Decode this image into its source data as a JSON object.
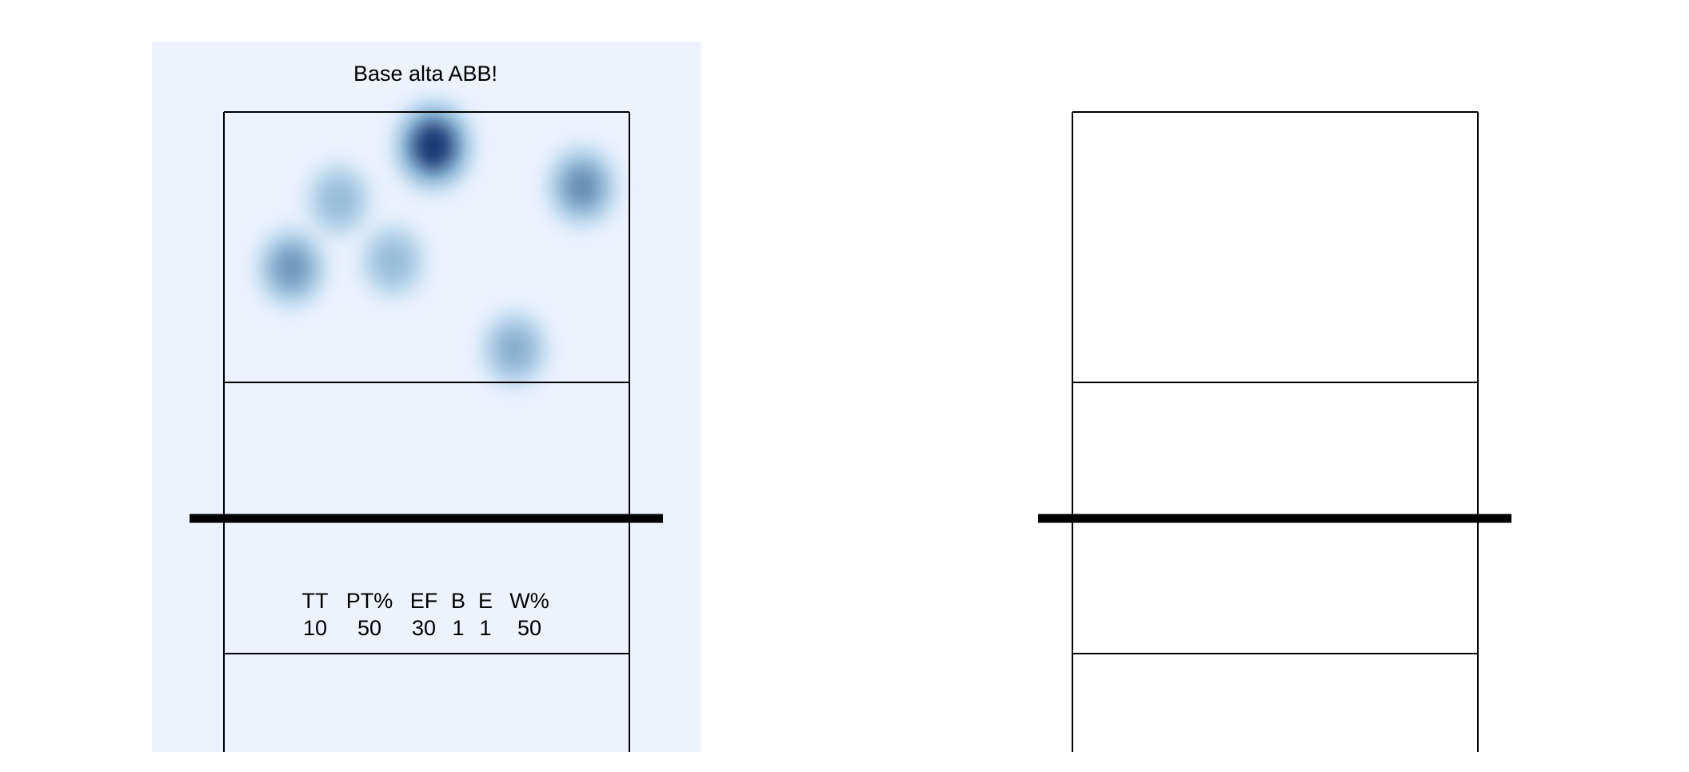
{
  "chart_data": [
    {
      "type": "heatmap",
      "title": "Base alta ABB!",
      "subtitle": "",
      "xlabel": "",
      "ylabel": "",
      "colors": {
        "background": "#edf2fd",
        "low": "#edf2fd",
        "high": "#08306b",
        "court_line": "#000000",
        "net": "#000000"
      },
      "x_range": [
        0.5,
        3.5
      ],
      "y_range": [
        3.5,
        6.5
      ],
      "hotspots": [
        {
          "x": 2.05,
          "y": 6.25,
          "weight": 1.0
        },
        {
          "x": 3.15,
          "y": 5.95,
          "weight": 0.55
        },
        {
          "x": 1.35,
          "y": 5.85,
          "weight": 0.25
        },
        {
          "x": 1.0,
          "y": 5.35,
          "weight": 0.5
        },
        {
          "x": 1.75,
          "y": 5.4,
          "weight": 0.25
        },
        {
          "x": 2.65,
          "y": 4.75,
          "weight": 0.35
        }
      ],
      "stats_table": {
        "headers": [
          "TT",
          "PT%",
          "EF",
          "B",
          "E",
          "W%"
        ],
        "values": [
          "10",
          "50",
          "30",
          "1",
          "1",
          "50"
        ]
      }
    },
    {
      "type": "heatmap",
      "title": "",
      "subtitle": "",
      "xlabel": "",
      "ylabel": "",
      "colors": {
        "background": "#ffffff",
        "court_line": "#000000",
        "net": "#000000"
      },
      "hotspots": [],
      "stats_table": null
    }
  ]
}
